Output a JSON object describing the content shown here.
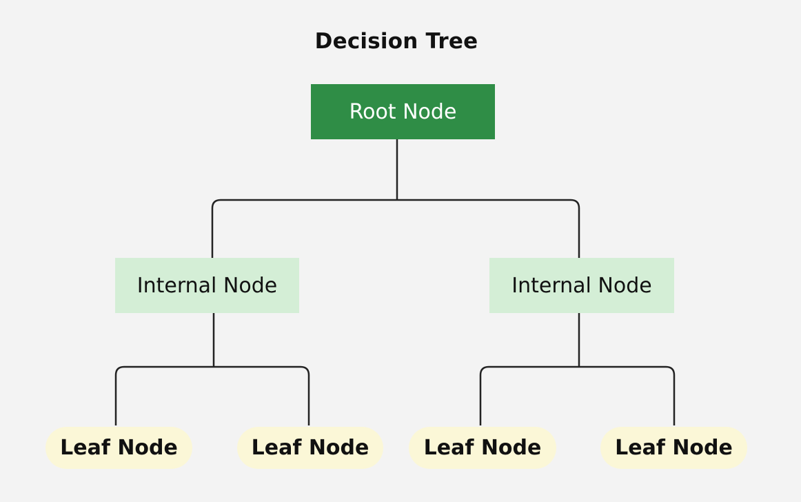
{
  "title": "Decision Tree",
  "nodes": {
    "root": "Root Node",
    "internal": [
      "Internal Node",
      "Internal Node"
    ],
    "leaves": [
      "Leaf Node",
      "Leaf Node",
      "Leaf Node",
      "Leaf Node"
    ]
  },
  "colors": {
    "background": "#f3f3f3",
    "root_fill": "#2f8d46",
    "internal_fill": "#d4eed6",
    "leaf_fill": "#fbf7d7",
    "connector": "#222222"
  }
}
